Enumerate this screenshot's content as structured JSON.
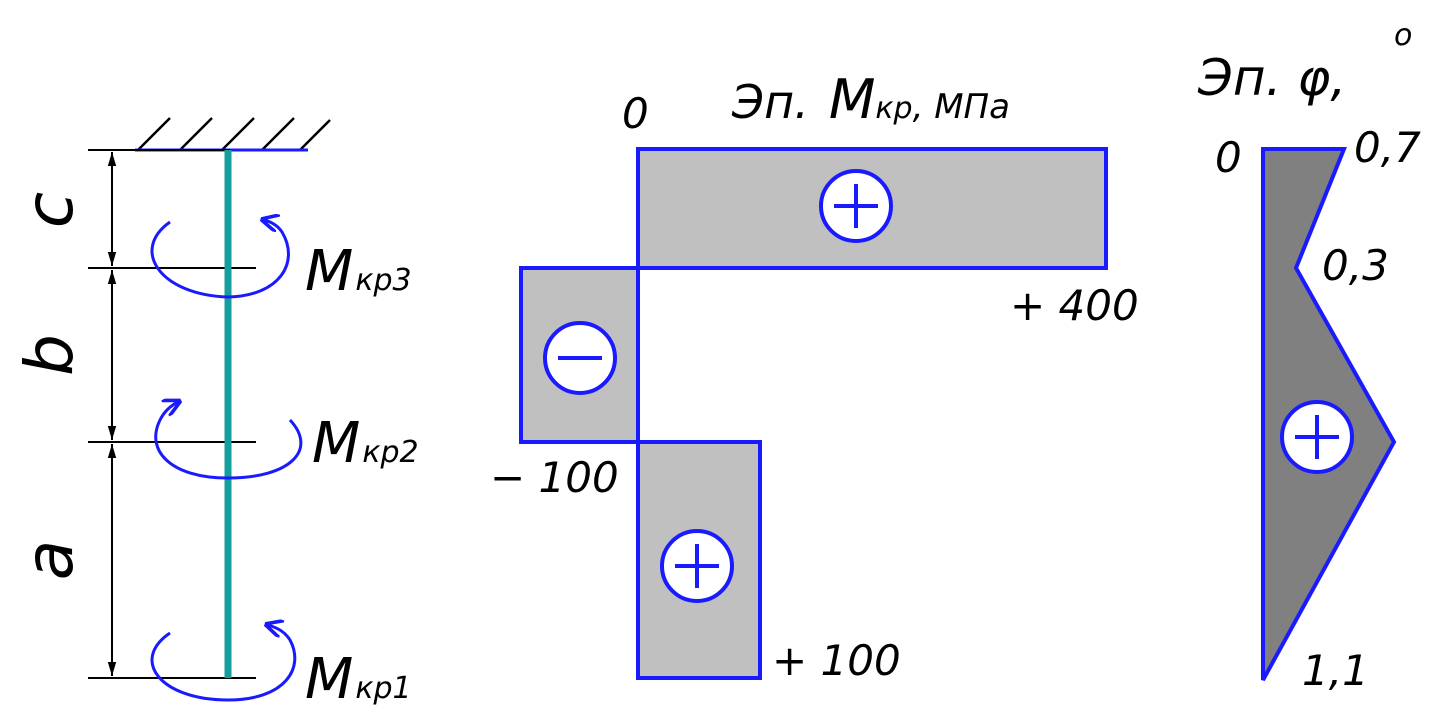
{
  "shaft": {
    "segment_labels": {
      "a": "a",
      "b": "b",
      "c": "c"
    },
    "moments": [
      {
        "main": "M",
        "sub": "кр1"
      },
      {
        "main": "M",
        "sub": "кр2"
      },
      {
        "main": "M",
        "sub": "кр3"
      }
    ]
  },
  "torque_diagram": {
    "title_prefix": "Эп.",
    "title_main": "M",
    "title_sub": "кр",
    "title_unit": ", МПа",
    "zero_label": "0",
    "value_labels": {
      "top": "+ 400",
      "middle": "− 100",
      "bottom": "+ 100"
    },
    "signs": {
      "top": "+",
      "middle": "−",
      "bottom": "+"
    }
  },
  "angle_diagram": {
    "title": "Эп. φ,",
    "unit_mark": "o",
    "value_labels": {
      "top_left": "0",
      "top_right": "0,7",
      "middle": "0,3",
      "bottom": "1,1"
    },
    "sign": "+"
  },
  "colors": {
    "outline": "#1a1aff",
    "shaft": "#149e9e",
    "torque_fill": "#c0c0c0",
    "angle_fill": "#808080",
    "dimension_lines": "#000000"
  }
}
